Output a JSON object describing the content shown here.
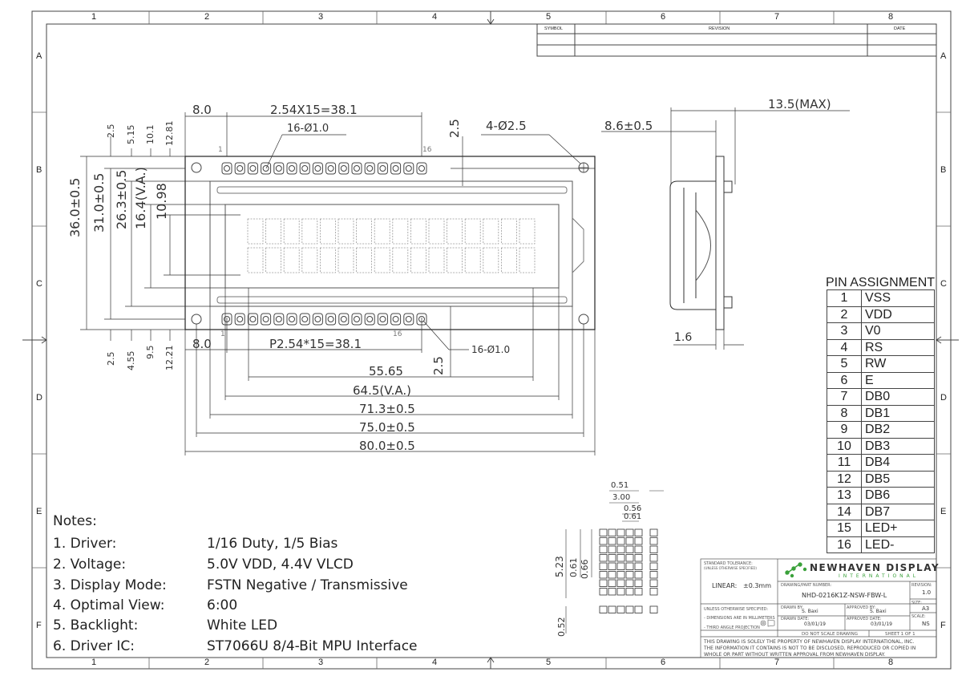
{
  "zones": {
    "columns": [
      "1",
      "2",
      "3",
      "4",
      "5",
      "6",
      "7",
      "8"
    ],
    "rows": [
      "A",
      "B",
      "C",
      "D",
      "E",
      "F"
    ]
  },
  "revision_block": {
    "symbol": "SYMBOL",
    "revision": "REVISION",
    "date": "DATE"
  },
  "dimensions": {
    "top_pin_offset": "8.0",
    "top_pitch": "2.54X15=38.1",
    "top_holes": "16-Ø1.0",
    "top_2_5": "2.5",
    "mount_holes": "4-Ø2.5",
    "left_2_5": "2.5",
    "left_5_15": "5.15",
    "left_10_1": "10.1",
    "left_12_81": "12.81",
    "height_36": "36.0±0.5",
    "height_31": "31.0±0.5",
    "height_26_3": "26.3±0.5",
    "height_va": "16.4(V.A.)",
    "height_10_98": "10.98",
    "bottom_2_5": "2.5",
    "bottom_4_55": "4.55",
    "bottom_9_5": "9.5",
    "bottom_12_21": "12.21",
    "bottom_pin_offset": "8.0",
    "bottom_pitch": "P2.54*15=38.1",
    "bottom_holes": "16-Ø1.0",
    "w_55_65": "55.65",
    "w_va": "64.5(V.A.)",
    "w_71_3": "71.3±0.5",
    "w_75": "75.0±0.5",
    "w_80": "80.0±0.5",
    "pin1_top": "1",
    "pin16_top": "16",
    "pin1_bottom": "1",
    "pin16_bottom": "16"
  },
  "side_view": {
    "max_thickness": "13.5(MAX)",
    "depth": "8.6±0.5",
    "pcb": "1.6"
  },
  "char_detail": {
    "w_0_51": "0.51",
    "w_3_00": "3.00",
    "w_0_56": "0.56",
    "w_0_61": "0.61",
    "h_5_23": "5.23",
    "h_0_61": "0.61",
    "h_0_66": "0.66",
    "h_0_52": "0.52"
  },
  "notes": {
    "title": "Notes:",
    "items": [
      {
        "k": "1. Driver:",
        "v": "1/16 Duty, 1/5 Bias"
      },
      {
        "k": "2. Voltage:",
        "v": "5.0V VDD, 4.4V VLCD"
      },
      {
        "k": "3. Display Mode:",
        "v": "FSTN Negative / Transmissive"
      },
      {
        "k": "4. Optimal View:",
        "v": "6:00"
      },
      {
        "k": "5. Backlight:",
        "v": "White LED"
      },
      {
        "k": "6. Driver IC:",
        "v": "ST7066U 8/4-Bit MPU Interface"
      }
    ]
  },
  "pin_assignment": {
    "title": "PIN ASSIGNMENT",
    "pins": [
      {
        "n": "1",
        "s": "VSS"
      },
      {
        "n": "2",
        "s": "VDD"
      },
      {
        "n": "3",
        "s": "V0"
      },
      {
        "n": "4",
        "s": "RS"
      },
      {
        "n": "5",
        "s": "RW"
      },
      {
        "n": "6",
        "s": "E"
      },
      {
        "n": "7",
        "s": "DB0"
      },
      {
        "n": "8",
        "s": "DB1"
      },
      {
        "n": "9",
        "s": "DB2"
      },
      {
        "n": "10",
        "s": "DB3"
      },
      {
        "n": "11",
        "s": "DB4"
      },
      {
        "n": "12",
        "s": "DB5"
      },
      {
        "n": "13",
        "s": "DB6"
      },
      {
        "n": "14",
        "s": "DB7"
      },
      {
        "n": "15",
        "s": "LED+"
      },
      {
        "n": "16",
        "s": "LED-"
      }
    ]
  },
  "title_block": {
    "std_tol": "STANDARD TOLERANCE:",
    "std_tol_sub": "(UNLESS OTHERWISE SPECIFIED)",
    "linear_label": "LINEAR:",
    "linear_value": "±0.3mm",
    "company": "NEWHAVEN DISPLAY",
    "company_sub": "INTERNATIONAL",
    "part_label": "DRAWING/PART NUMBER:",
    "part_number": "NHD-0216K1Z-NSW-FBW-L",
    "revision_label": "REVISION:",
    "revision": "1.0",
    "size_label": "SIZE:",
    "size": "A3",
    "scale_label": "SCALE:",
    "scale": "NS",
    "unless": "UNLESS OTHERWISE SPECIFIED:",
    "mm": "- DIMENSIONS ARE IN MILLIMETERS",
    "projection": "- THIRD ANGLE PROJECTION",
    "drawn_by_label": "DRAWN BY:",
    "drawn_by": "S. Baxi",
    "approved_by_label": "APPROVED BY:",
    "approved_by": "S. Baxi",
    "drawn_date_label": "DRAWN DATE:",
    "drawn_date": "03/01/19",
    "approved_date_label": "APPROVED DATE:",
    "approved_date": "03/01/19",
    "no_scale": "DO NOT SCALE DRAWING",
    "sheet": "SHEET 1 OF 1",
    "disclaimer1": "THIS DRAWING IS SOLELY THE PROPERTY OF NEWHAVEN DISPLAY INTERNATIONAL, INC.",
    "disclaimer2": "THE INFORMATION IT CONTAINS IS NOT TO BE DISCLOSED, REPRODUCED OR COPIED IN",
    "disclaimer3": "WHOLE OR PART WITHOUT WRITTEN APPROVAL FROM NEWHAVEN DISPLAY."
  },
  "colors": {
    "line": "#333333",
    "logo_green": "#3aa13a"
  }
}
